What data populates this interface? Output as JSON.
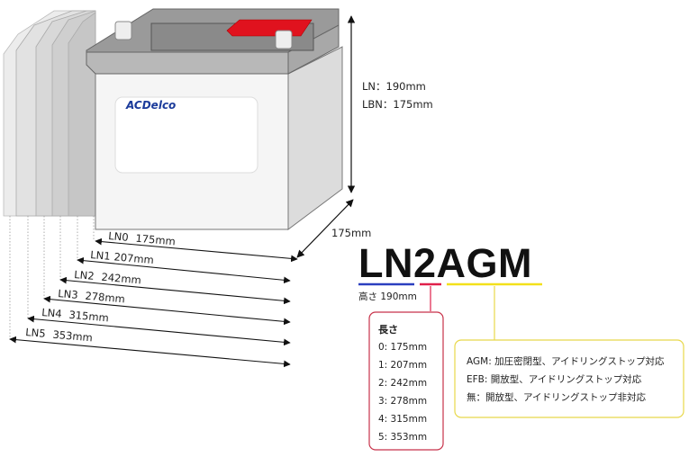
{
  "battery": {
    "brand": "ACDelco",
    "height_labels": [
      "LN：190mm",
      "LBN：175mm"
    ],
    "depth_label": "175mm"
  },
  "lengths": [
    {
      "code": "LN0",
      "value": "175mm"
    },
    {
      "code": "LN1",
      "value": "207mm"
    },
    {
      "code": "LN2",
      "value": "242mm"
    },
    {
      "code": "LN3",
      "value": "278mm"
    },
    {
      "code": "LN4",
      "value": "315mm"
    },
    {
      "code": "LN5",
      "value": "353mm"
    }
  ],
  "model_code": "LN2AGM",
  "height_note": "高さ 190mm",
  "length_box": {
    "title": "長さ",
    "items": [
      "0: 175mm",
      "1: 207mm",
      "2: 242mm",
      "3: 278mm",
      "4: 315mm",
      "5: 353mm"
    ]
  },
  "type_box": {
    "items": [
      "AGM: 加圧密閉型、アイドリングストップ対応",
      "EFB: 開放型、アイドリングストップ対応",
      "無：開放型、アイドリングストップ非対応"
    ]
  },
  "colors": {
    "blue_underline": "#2b3fbf",
    "red_underline": "#e0204a",
    "yellow_underline": "#f3e01a",
    "red_box": "#c8324a",
    "yellow_box": "#e8d84a",
    "terminal_red": "#e0121e"
  }
}
